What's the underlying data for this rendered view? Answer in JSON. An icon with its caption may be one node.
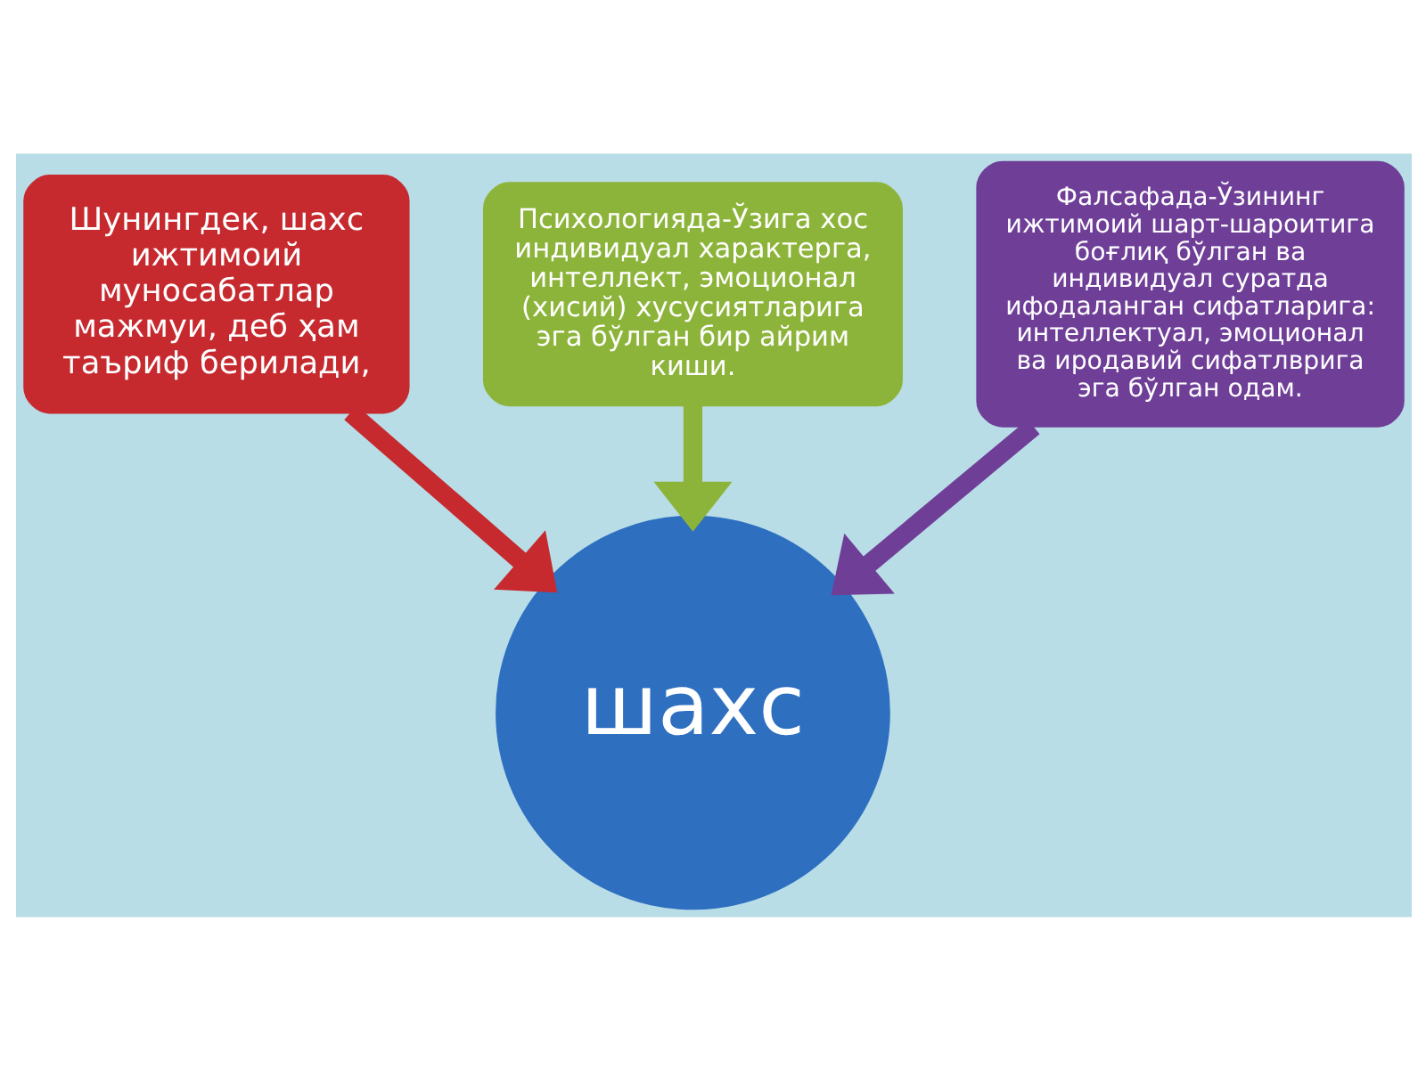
{
  "diagram": {
    "nodes": [
      {
        "text": [
          "Психологияда-Ўзига хос индивидуал характерга, интеллект, эмоционал (хисий) хусусиятларига эга бўлган бир айрим киши."
        ]
      },
      {
        "text": [
          "Шунингдек, шахс ижтимоий муносабатлар мажмуи, деб ҳам таъриф берилади,"
        ]
      },
      {
        "text": [
          "Фалсафада-Ўзининг ижтимоий шарт-шароитига боғлиқ бўлган ва индивидуал суратда ифодаланган сифатларига: интеллектуал, эмоционал ва иродавий сифатлврига эга бўлган одам."
        ]
      },
      {
        "text": [
          "шахс"
        ]
      }
    ],
    "edges": [
      {
        "from": 0,
        "to": 3,
        "arrow": "to",
        "color": "#8db43a"
      },
      {
        "from": 1,
        "to": 3,
        "arrow": "to",
        "color": "#c62a2f"
      },
      {
        "from": 2,
        "to": 3,
        "arrow": "to",
        "color": "#6f3f98"
      }
    ]
  }
}
